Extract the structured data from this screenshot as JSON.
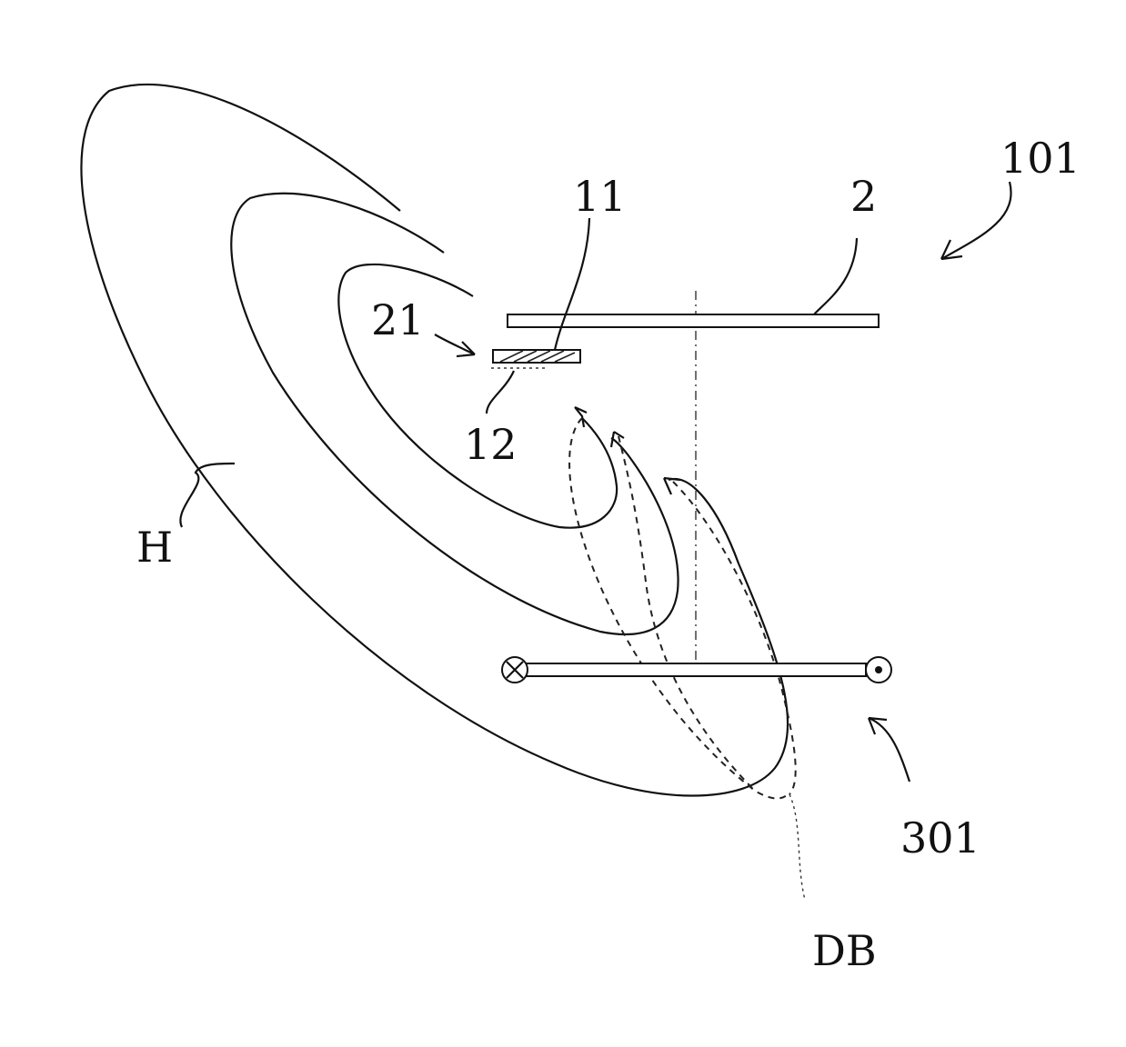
{
  "labels": {
    "ref_101": "101",
    "ref_2": "2",
    "ref_11": "11",
    "ref_21": "21",
    "ref_12": "12",
    "ref_H": "H",
    "ref_301": "301",
    "ref_DB": "DB"
  }
}
